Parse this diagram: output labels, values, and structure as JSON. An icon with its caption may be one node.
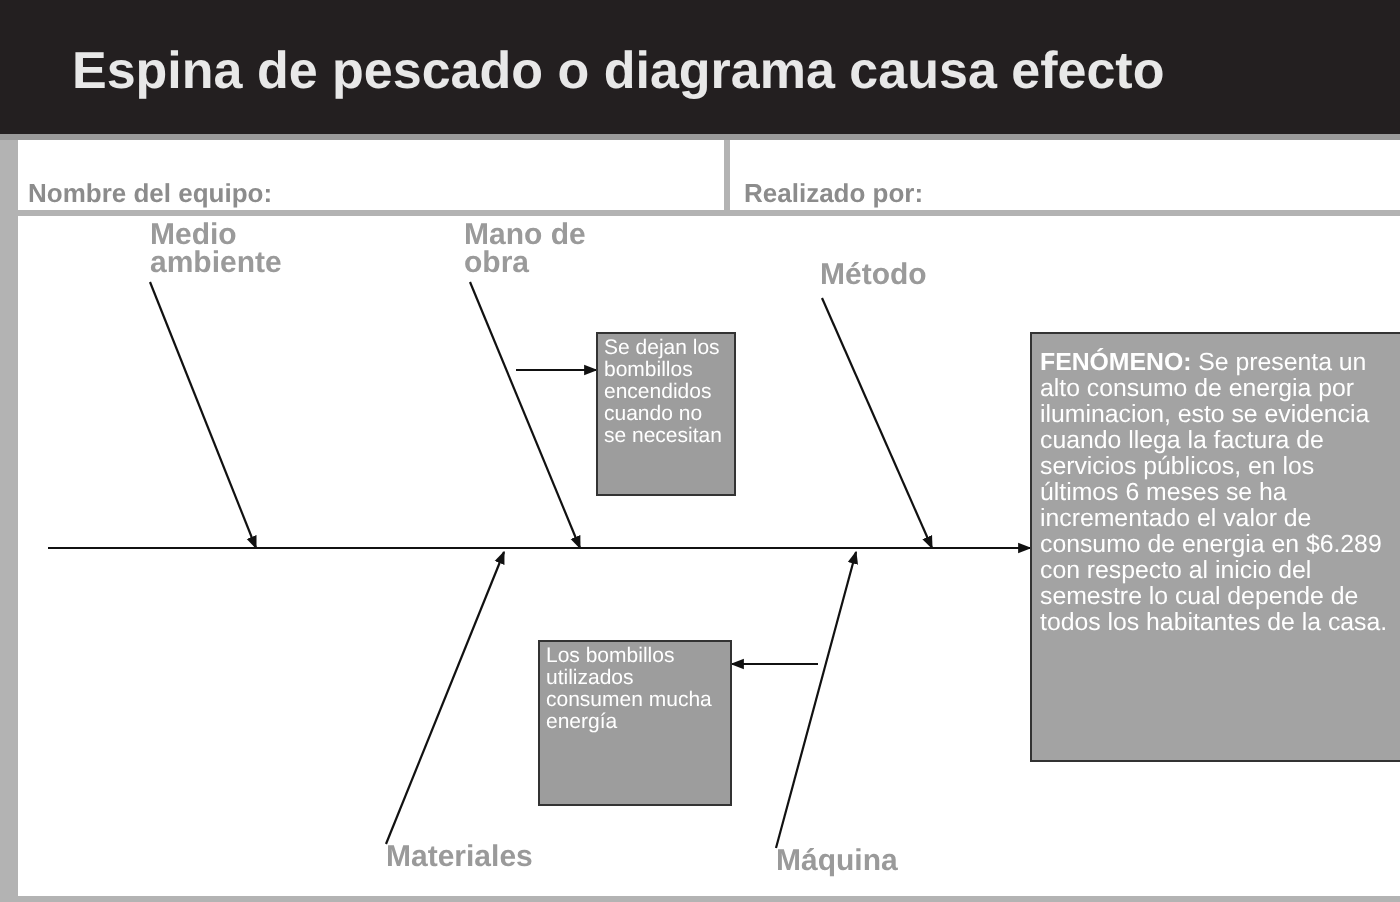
{
  "diagram": {
    "title": "Espina de pescado o diagrama causa efecto",
    "nodes": [
      {
        "text": [
          "Medio ambiente"
        ]
      },
      {
        "text": [
          "Mano de obra"
        ]
      },
      {
        "text": [
          "Método"
        ]
      },
      {
        "text": [
          "Se dejan los bombillos encendidos cuando no se necesitan"
        ]
      },
      {
        "text": [
          "**FENÓMENO:** Se presenta un alto consumo de energia por iluminacion, esto se evidencia cuando llega la factura de servicios públicos, en los últimos 6 meses se ha incrementado el valor de consumo de energia en $6.289 con respecto al inicio del semestre  lo cual depende de todos los habitantes de la casa."
        ]
      },
      {
        "text": [
          "Los bombillos utilizados consumen mucha energía"
        ]
      },
      {
        "text": [
          "Materiales"
        ]
      },
      {
        "text": [
          "Máquina"
        ]
      }
    ],
    "edges": [
      {
        "from": 0,
        "to": null,
        "arrow": "to"
      },
      {
        "from": 1,
        "to": null,
        "arrow": "to"
      },
      {
        "from": 2,
        "to": null,
        "arrow": "to"
      },
      {
        "from": 6,
        "to": null,
        "arrow": "to"
      },
      {
        "from": 7,
        "to": null,
        "arrow": "to"
      },
      {
        "from": null,
        "to": 3,
        "arrow": "to"
      },
      {
        "from": null,
        "to": 5,
        "arrow": "to"
      },
      {
        "from": null,
        "to": 4,
        "arrow": "to"
      }
    ],
    "labels": [
      "Nombre del equipo:",
      "Realizado por:"
    ]
  }
}
